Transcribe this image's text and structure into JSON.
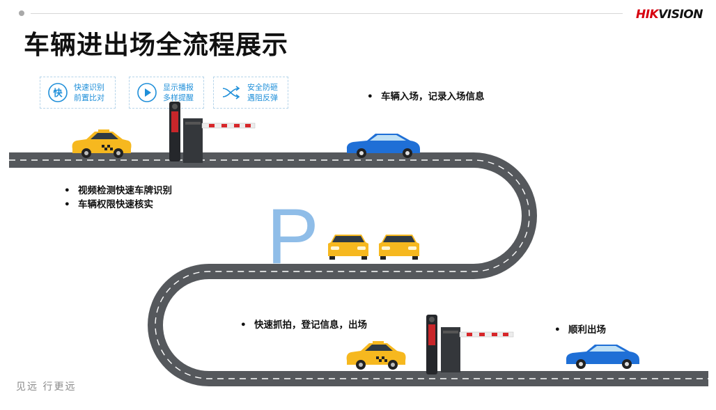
{
  "header": {
    "brand_red": "HIK",
    "brand_dark": "VISION",
    "title": "车辆进出场全流程展示"
  },
  "features": [
    {
      "icon_char": "快",
      "line1": "快速识别",
      "line2": "前置比对"
    },
    {
      "line1": "显示播报",
      "line2": "多样提醒"
    },
    {
      "line1": "安全防砸",
      "line2": "遇阻反弹"
    }
  ],
  "notes": {
    "entry": "车辆入场，记录入场信息",
    "detect": "视频检测快速车牌识别",
    "verify": "车辆权限快速核实",
    "exit_capture": "快速抓拍，登记信息，出场",
    "exit_done": "顺利出场",
    "bullet": "•"
  },
  "parking": {
    "letter": "P"
  },
  "footer": {
    "slogan": "见远 行更远"
  },
  "colors": {
    "accent_blue": "#1f8fd9",
    "brand_red": "#d7000f",
    "road": "#55585c",
    "taxi": "#f6b81f",
    "car_blue": "#1f6fd6"
  }
}
